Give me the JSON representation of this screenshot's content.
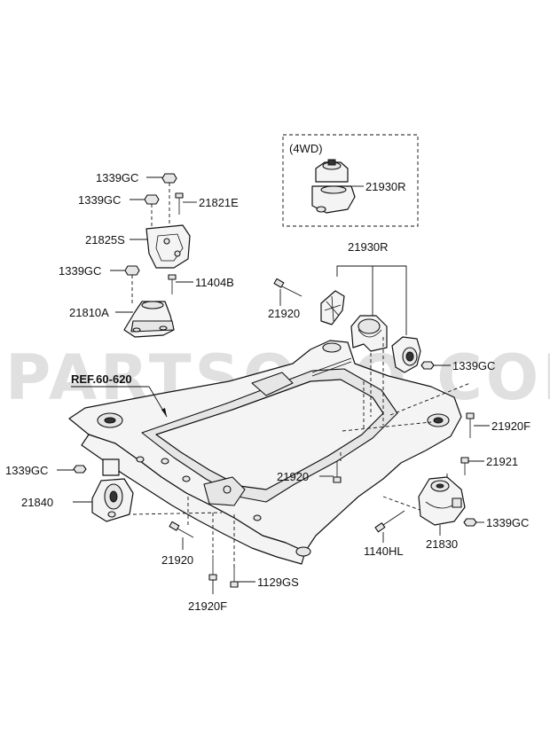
{
  "watermark": "PARTSOUQ.COM",
  "variant_box": {
    "title": "(4WD)",
    "part": "21930R"
  },
  "labels": {
    "p1339gc_a": "1339GC",
    "p1339gc_b": "1339GC",
    "p21821e": "21821E",
    "p21825s": "21825S",
    "p1339gc_c": "1339GC",
    "p11404b": "11404B",
    "p21810a": "21810A",
    "p21930r": "21930R",
    "p21920_a": "21920",
    "p1339gc_d": "1339GC",
    "ref": "REF.60-620",
    "p21920f_a": "21920F",
    "p1339gc_e": "1339GC",
    "p21920_b": "21920",
    "p21921": "21921",
    "p21840": "21840",
    "p1339gc_f": "1339GC",
    "p1140hl": "1140HL",
    "p21830": "21830",
    "p21920_c": "21920",
    "p1129gs": "1129GS",
    "p21920f_b": "21920F"
  }
}
